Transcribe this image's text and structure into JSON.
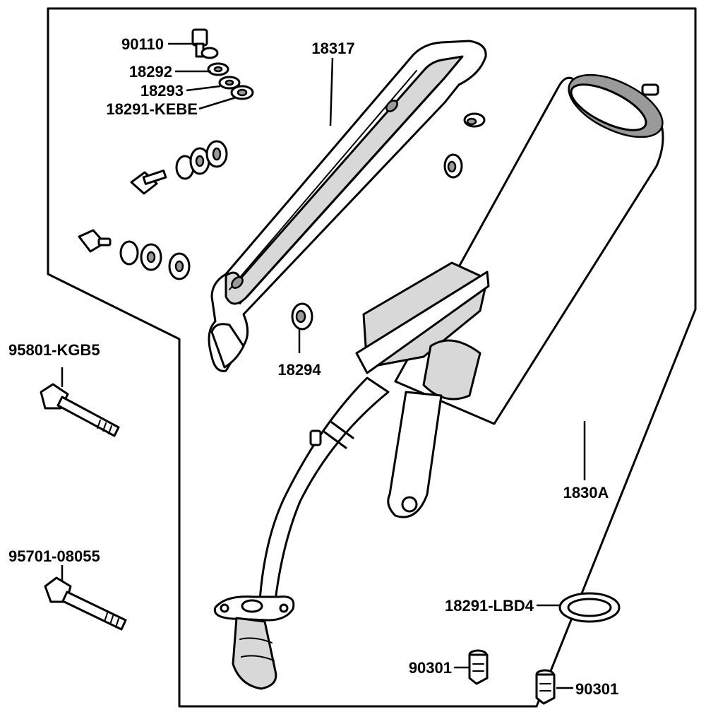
{
  "diagram": {
    "labels": {
      "p90110": "90110",
      "p18292": "18292",
      "p18293": "18293",
      "p18291_kebe": "18291-KEBE",
      "p18317": "18317",
      "p18294": "18294",
      "p95801_kgb5": "95801-KGB5",
      "p1830a": "1830A",
      "p95701_08055": "95701-08055",
      "p18291_lbd4": "18291-LBD4",
      "p90301_a": "90301",
      "p90301_b": "90301"
    }
  }
}
